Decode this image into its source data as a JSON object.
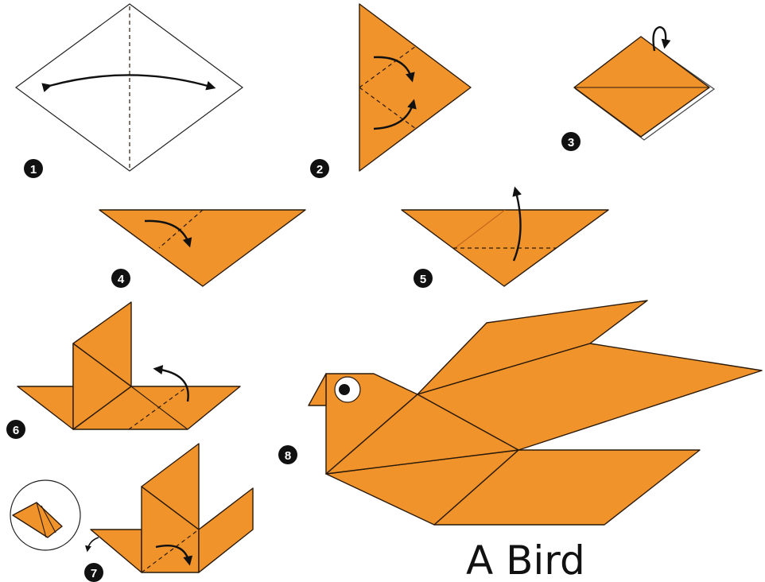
{
  "title": "A Bird",
  "steps": [
    {
      "number": "1"
    },
    {
      "number": "2"
    },
    {
      "number": "3"
    },
    {
      "number": "4"
    },
    {
      "number": "5"
    },
    {
      "number": "6"
    },
    {
      "number": "7"
    },
    {
      "number": "8"
    }
  ],
  "colors": {
    "paper": "#f0932b",
    "outline": "#2b1a0a",
    "badge": "#111111",
    "eye": "#111111"
  }
}
